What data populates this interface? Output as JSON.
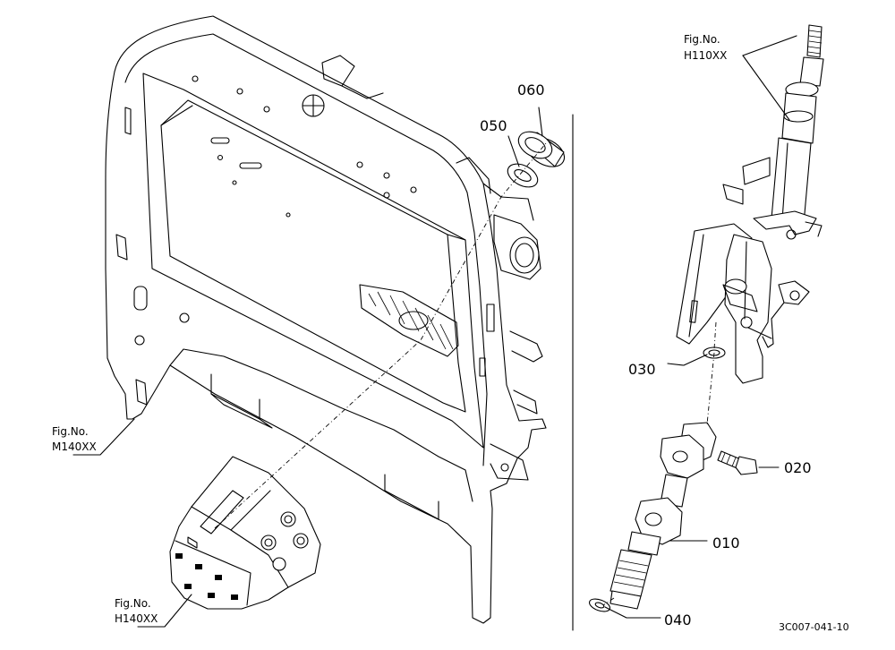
{
  "parts": [
    {
      "id": "p010",
      "number": "010"
    },
    {
      "id": "p020",
      "number": "020"
    },
    {
      "id": "p030",
      "number": "030"
    },
    {
      "id": "p040",
      "number": "040"
    },
    {
      "id": "p050",
      "number": "050"
    },
    {
      "id": "p060",
      "number": "060"
    }
  ],
  "references": [
    {
      "id": "m140",
      "line1": "Fig.No.",
      "line2": "M140XX"
    },
    {
      "id": "h140",
      "line1": "Fig.No.",
      "line2": "H140XX"
    },
    {
      "id": "h110",
      "line1": "Fig.No.",
      "line2": "H110XX"
    }
  ],
  "drawing_code": "3C007-041-10"
}
